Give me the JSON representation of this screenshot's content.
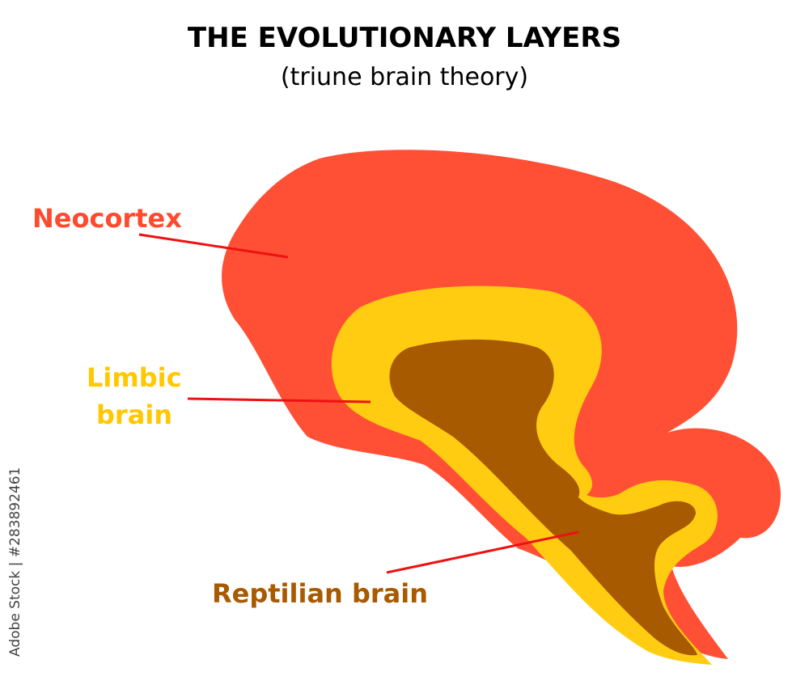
{
  "header": {
    "title": "THE EVOLUTIONARY LAYERS",
    "subtitle": "(triune brain theory)"
  },
  "labels": {
    "neocortex": "Neocortex",
    "limbic_line1": "Limbic",
    "limbic_line2": "brain",
    "reptilian": "Reptilian brain"
  },
  "side_note": "Adobe Stock | #283892461",
  "colors": {
    "neocortex": "#FF5035",
    "limbic": "#FFCC11",
    "reptilian": "#A85A00",
    "pointer": "#EE1111",
    "neocortex_label": "#FF4A2E",
    "limbic_label": "#FFC800",
    "reptilian_label": "#A85A00"
  }
}
